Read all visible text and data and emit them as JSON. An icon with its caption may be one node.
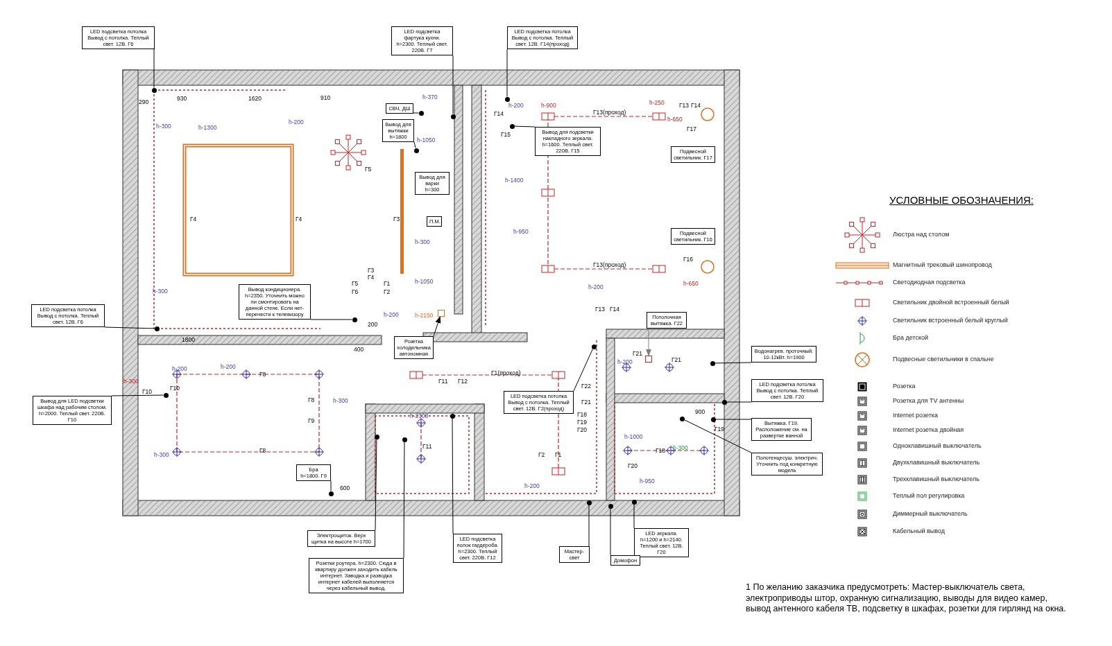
{
  "diagram": {
    "nodes": [
      {
        "text": [
          "LED подсветка потолка Вывод с потолка. Теплый свет. 12В. Г6"
        ]
      },
      {
        "text": [
          "LED подсветка фартука кухни. h=2300. Теплый свет. 220В. Г7"
        ]
      },
      {
        "text": [
          "LED подсветка потолка Вывод с потолка. Теплый свет. 12В. Г14(проход)"
        ]
      },
      {
        "text": [
          "СВЧ, ДШ"
        ]
      },
      {
        "text": [
          "Вывод для вытяжки h=1800"
        ]
      },
      {
        "text": [
          "Вывод для подсветки накладного зеркала. h=1600. Теплый свет. 220В. Г15"
        ]
      },
      {
        "text": [
          "Вывод для варки h=300"
        ]
      },
      {
        "text": [
          "П.М."
        ]
      },
      {
        "text": [
          "Подвесной светильник. Г17"
        ]
      },
      {
        "text": [
          "Подвесной светильник. Г16"
        ]
      },
      {
        "text": [
          "Вывод кондиционера. h=2350. Уточнить можно ли смонтировать на данной стене. Если нет- перенести к телевизору"
        ]
      },
      {
        "text": [
          "LED подсветка потолка Вывод с потолка. Теплый свет. 12В. Г6"
        ]
      },
      {
        "text": [
          "Розетка холодильника автономная"
        ]
      },
      {
        "text": [
          "Потолочная вытяжка. Г22"
        ]
      },
      {
        "text": [
          "Водонагрев. проточный. 10-12кВт. h=1900"
        ]
      },
      {
        "text": [
          "LED подсветка потолка Вывод с потолка. Теплый свет. 12В. Г20"
        ]
      },
      {
        "text": [
          "LED подсветка потолка Вывод с потолка. Теплый свет. 12В. Г2(проход)"
        ]
      },
      {
        "text": [
          "Вывод для LED подсветки шкафа над рабочим столом. h=2000. Теплый свет. 220В. Г10"
        ]
      },
      {
        "text": [
          "Вытяжка. Г19. Расположение см. на развертке ванной"
        ]
      },
      {
        "text": [
          "Бра h=1800. Г9"
        ]
      },
      {
        "text": [
          "Полотенцесуш. электрич. Уточнить под конкретную модель"
        ]
      },
      {
        "text": [
          "Электрощиток. Верх щитка на высоте h=1700"
        ]
      },
      {
        "text": [
          "LED подсветка полок гардероба. h=2300. Теплый свет. 220В. Г12"
        ]
      },
      {
        "text": [
          "LED зеркала. h=1200 и h=2140. Теплый свет. 12В. Г20"
        ]
      },
      {
        "text": [
          "Мастер-свет"
        ]
      },
      {
        "text": [
          "Домофон"
        ]
      },
      {
        "text": [
          "Розетки роутера. h=2300. Сюда в квартиру должен заходить кабель интернет. Заводка и разводка интернет кабелей выполняется через кабельный вывод."
        ]
      },
      {
        "text": [],
        "shape": "circle"
      },
      {
        "text": [],
        "shape": "circle"
      },
      {
        "text": [],
        "shape": "circle"
      },
      {
        "text": [],
        "shape": "circle"
      },
      {
        "text": [],
        "shape": "circle"
      },
      {
        "text": [],
        "shape": "circle"
      },
      {
        "text": [],
        "shape": "circle"
      },
      {
        "text": [],
        "shape": "circle"
      },
      {
        "text": [],
        "shape": "box"
      },
      {
        "text": [],
        "shape": "box"
      },
      {
        "text": [],
        "shape": "circle"
      },
      {
        "text": [],
        "shape": "circle"
      },
      {
        "text": [],
        "shape": "circle"
      },
      {
        "text": [],
        "shape": "circle"
      },
      {
        "text": [],
        "shape": "circle"
      },
      {
        "text": [],
        "shape": "circle"
      },
      {
        "text": [],
        "shape": "circle"
      },
      {
        "text": [],
        "shape": "circle"
      },
      {
        "text": [],
        "shape": "circle"
      },
      {
        "text": [],
        "shape": "circle"
      },
      {
        "text": [],
        "shape": "circle"
      },
      {
        "text": [],
        "shape": "circle"
      },
      {
        "text": [],
        "shape": "circle"
      }
    ],
    "edges": [
      {
        "from": 0,
        "to": 27,
        "arrow": "none"
      },
      {
        "from": 1,
        "to": 28,
        "arrow": "none"
      },
      {
        "from": 2,
        "to": 29,
        "arrow": "none"
      },
      {
        "from": 3,
        "to": 30,
        "arrow": "none"
      },
      {
        "from": 4,
        "to": 31,
        "arrow": "none"
      },
      {
        "from": 5,
        "to": 32,
        "arrow": "none"
      },
      {
        "from": 10,
        "to": 33,
        "arrow": "none"
      },
      {
        "from": 11,
        "to": 34,
        "arrow": "none"
      },
      {
        "from": 12,
        "to": 35,
        "arrow": "to"
      },
      {
        "from": 13,
        "to": 36,
        "arrow": "to",
        "color": "#808080"
      },
      {
        "from": 14,
        "to": 37,
        "arrow": "none"
      },
      {
        "from": 15,
        "to": 38,
        "arrow": "none"
      },
      {
        "from": 16,
        "to": 39,
        "arrow": "none"
      },
      {
        "from": 17,
        "to": 40,
        "arrow": "none"
      },
      {
        "from": 18,
        "to": 41,
        "arrow": "none"
      },
      {
        "from": 19,
        "to": 42,
        "arrow": "none"
      },
      {
        "from": 20,
        "to": 43,
        "arrow": "none"
      },
      {
        "from": 21,
        "to": 44,
        "arrow": "none"
      },
      {
        "from": 22,
        "to": 45,
        "arrow": "none"
      },
      {
        "from": 23,
        "to": 46,
        "arrow": "none"
      },
      {
        "from": 24,
        "to": 47,
        "arrow": "none"
      },
      {
        "from": 25,
        "to": 48,
        "arrow": "none"
      },
      {
        "from": 26,
        "to": 49,
        "arrow": "none"
      }
    ],
    "labels": [
      "УСЛОВНЫЕ ОБОЗНАЧЕНИЯ:",
      "290",
      "930",
      "1620",
      "910",
      "h-300",
      "h-1300",
      "h-200",
      "h-370",
      "h-1050",
      "Г5",
      "Г4",
      "Г4",
      "Г3",
      "h-1400",
      "h-300",
      "h-950",
      "h-1050",
      "h-2150",
      "Г15",
      "h-200",
      "h-900",
      "Г14",
      "Г13(проход)",
      "h-250",
      "h-650",
      "Г13",
      "Г14",
      "Г17",
      "Г13(проход)",
      "Г16",
      "h-650",
      "h-200",
      "Г13",
      "Г14",
      "h-300",
      "Г3",
      "Г4",
      "Г5",
      "Г6",
      "Г1",
      "Г2",
      "h-200",
      "200",
      "400",
      "1800",
      "h-200",
      "h-200",
      "h-300",
      "Г10",
      "Г10",
      "Г8",
      "Г8",
      "Г9",
      "h-300",
      "Г8",
      "h-300",
      "600",
      "h-2300",
      "Г11",
      "Г11",
      "Г12",
      "Г1(проход)",
      "Г22",
      "Г21",
      "Г18",
      "Г19",
      "Г20",
      "h-200",
      "Г21",
      "Г21",
      "h-1000",
      "h-300",
      "Г18",
      "Г20",
      "h-950",
      "Г19",
      "Г2",
      "Г1",
      "h-200",
      "900",
      "1 По желанию заказчика предусмотреть: Мастер-выключатель света, электроприводы штор, охранную сигнализацию, выводы для видео камер, вывод антенного кабеля ТВ, подсветку в шкафах, розетки для гирлянд на окна."
    ],
    "legend": [
      {
        "text": "Люстра над столом"
      },
      {
        "text": "Магнитный трековый шинопровод"
      },
      {
        "text": "Светодиодная подсветка"
      },
      {
        "text": "Светильник двойной встроенный белый"
      },
      {
        "text": "Светильник встроенный белый круглый"
      },
      {
        "text": "Бра детской"
      },
      {
        "text": "Подвесные светильники в спальне"
      },
      {
        "text": "Розетка"
      },
      {
        "text": "Розетка для TV антенны"
      },
      {
        "text": "Internet розетка"
      },
      {
        "text": "Internet розетка двойная"
      },
      {
        "text": "Одноклавишный выключатель"
      },
      {
        "text": "Двухклавишный выключатель"
      },
      {
        "text": "Трехклавишный выключатель"
      },
      {
        "text": "Теплый пол регулировка"
      },
      {
        "text": "Диммерный выключатель"
      },
      {
        "text": "Кабельный вывод"
      }
    ]
  }
}
